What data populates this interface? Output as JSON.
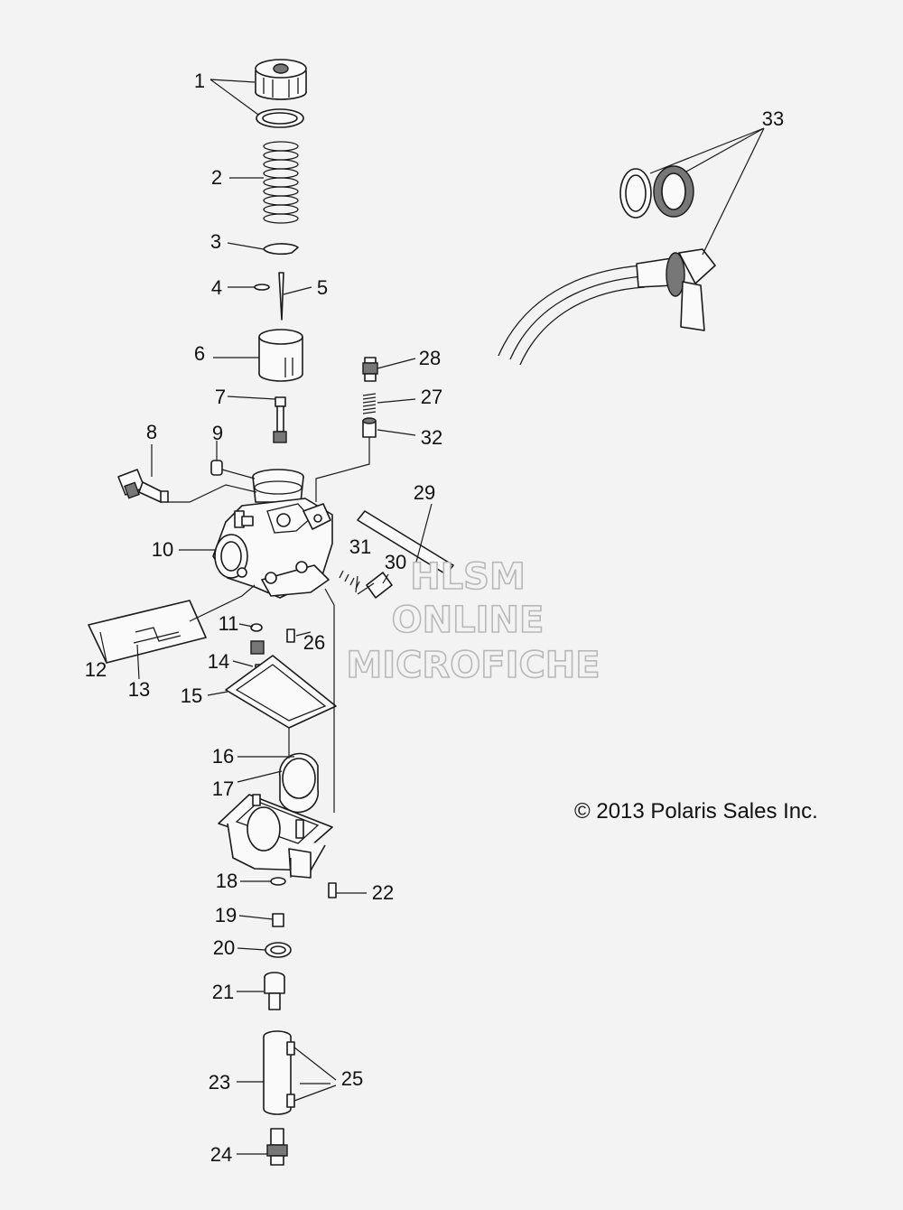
{
  "diagram": {
    "copyright": "© 2013 Polaris Sales Inc.",
    "watermark": [
      "HLSM",
      "ONLINE",
      "MICROFICHE"
    ],
    "callouts": [
      "1",
      "2",
      "3",
      "4",
      "5",
      "6",
      "7",
      "8",
      "9",
      "10",
      "11",
      "12",
      "13",
      "14",
      "15",
      "16",
      "17",
      "18",
      "19",
      "20",
      "21",
      "22",
      "23",
      "24",
      "25",
      "26",
      "27",
      "28",
      "29",
      "30",
      "31",
      "32",
      "33"
    ]
  }
}
